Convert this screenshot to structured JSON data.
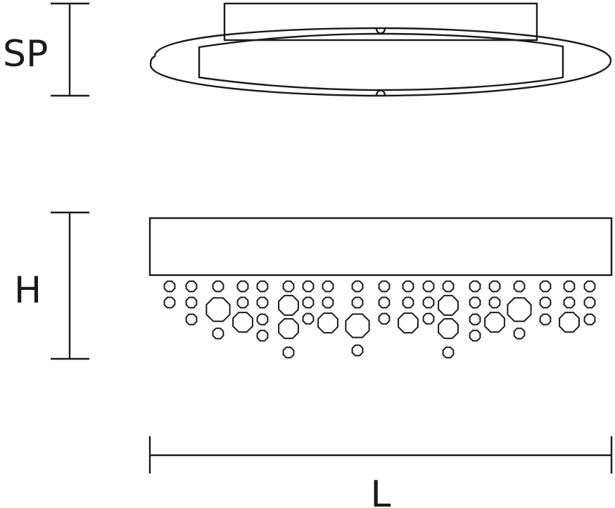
{
  "labels": {
    "sp": "SP",
    "h": "H",
    "l": "L"
  },
  "colors": {
    "line": "#1a1a1a",
    "background": "#ffffff"
  }
}
